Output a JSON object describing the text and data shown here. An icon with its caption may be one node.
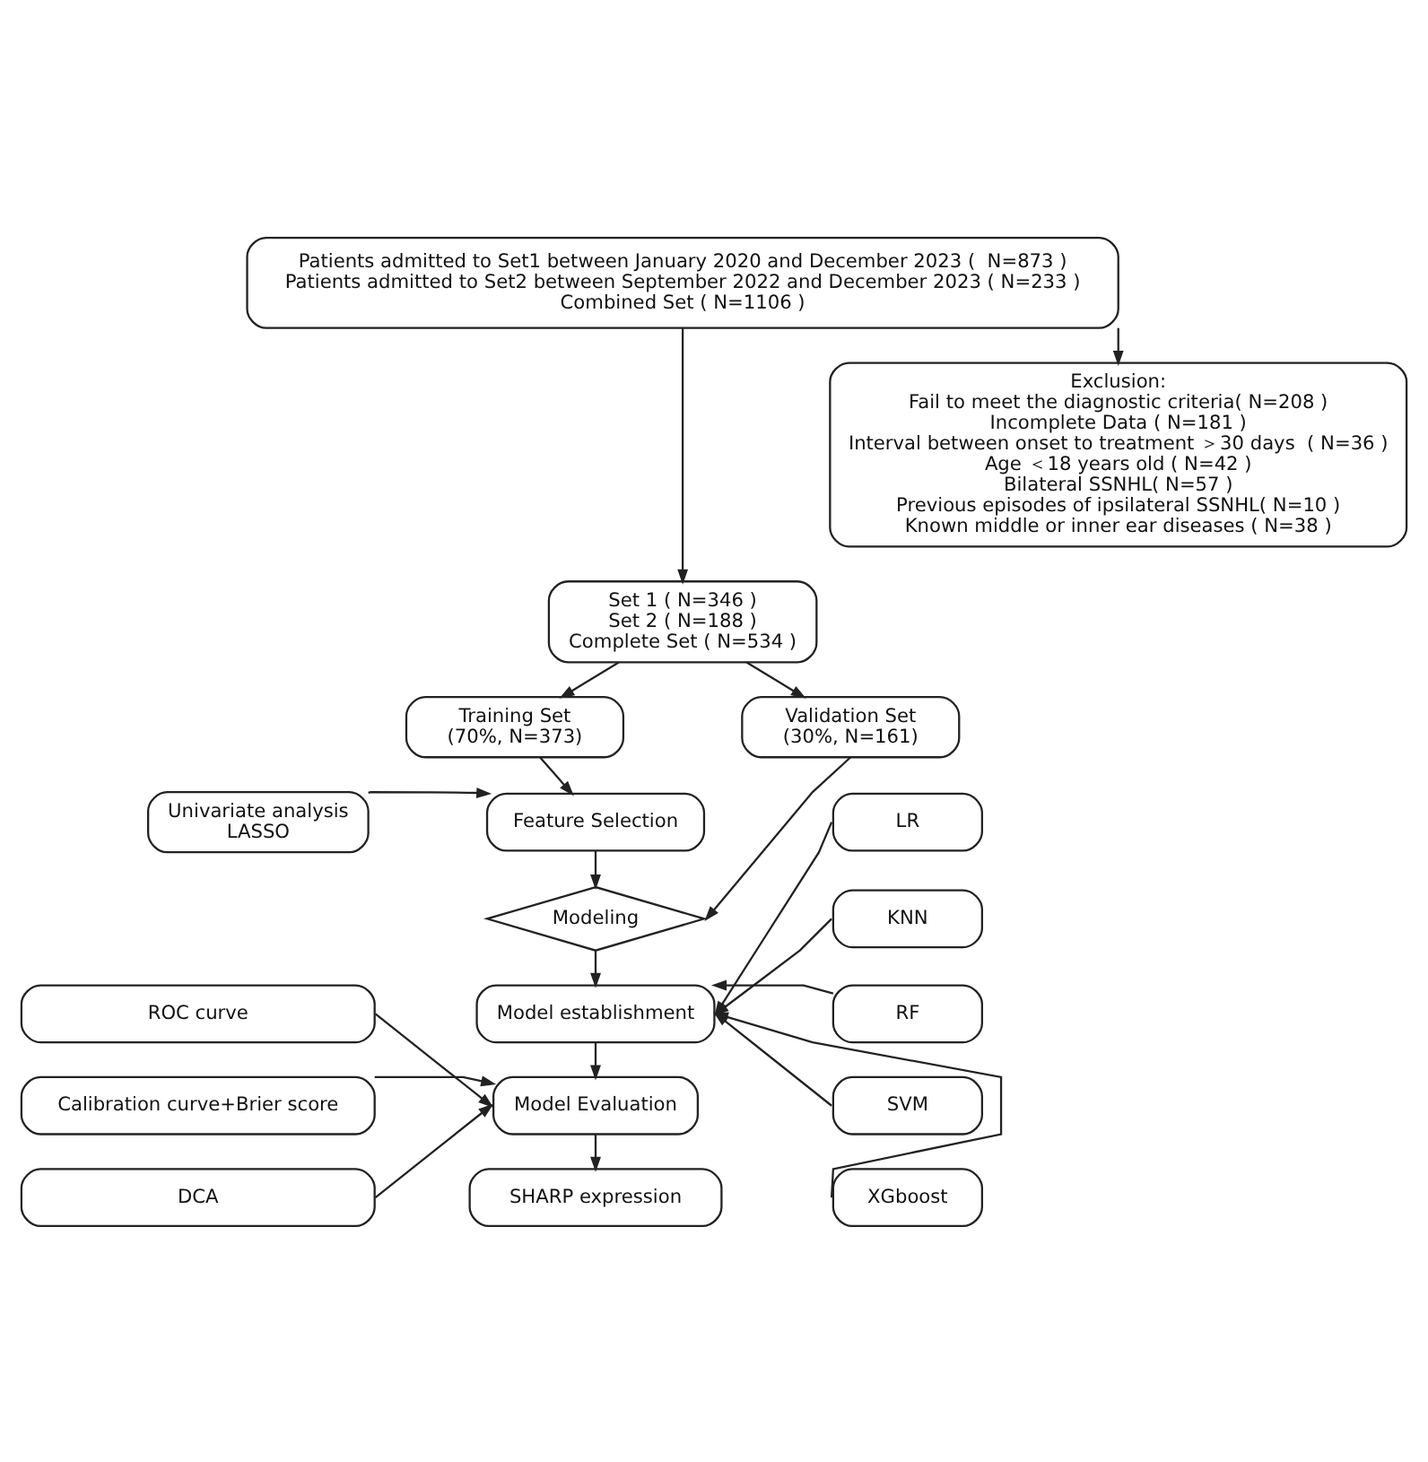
{
  "diagram": {
    "nodes": [
      {
        "text": [
          "Patients admitted to Set1 between January 2020 and December 2023 (  N=873 )",
          "Patients admitted to Set2 between September 2022 and December 2023 ( N=233 )",
          "Combined Set ( N=1106 )"
        ]
      },
      {
        "text": [
          "Exclusion:",
          "Fail to meet the diagnostic criteria( N=208 )",
          "Incomplete Data ( N=181 )",
          "Interval between onset to treatment ＞30 days  ( N=36 )",
          "Age ＜18 years old ( N=42 )",
          "Bilateral SSNHL( N=57 )",
          "Previous episodes of ipsilateral SSNHL( N=10 )",
          "Known middle or inner ear diseases ( N=38 )"
        ]
      },
      {
        "text": [
          "Set 1 ( N=346 )",
          "Set 2 ( N=188 )",
          "Complete Set ( N=534 )"
        ]
      },
      {
        "text": [
          "Training Set",
          "(70%, N=373)"
        ]
      },
      {
        "text": [
          "Validation Set",
          "(30%, N=161)"
        ]
      },
      {
        "text": [
          "Univariate analysis",
          "LASSO"
        ]
      },
      {
        "text": [
          "Feature Selection"
        ]
      },
      {
        "text": [
          "Modeling"
        ]
      },
      {
        "text": [
          "Model establishment"
        ]
      },
      {
        "text": [
          "LR"
        ]
      },
      {
        "text": [
          "KNN"
        ]
      },
      {
        "text": [
          "RF"
        ]
      },
      {
        "text": [
          "SVM"
        ]
      },
      {
        "text": [
          "XGboost"
        ]
      },
      {
        "text": [
          "ROC curve"
        ]
      },
      {
        "text": [
          "Calibration curve+Brier score"
        ]
      },
      {
        "text": [
          "DCA"
        ]
      },
      {
        "text": [
          "Model Evaluation"
        ]
      },
      {
        "text": [
          "SHARP expression"
        ]
      }
    ],
    "edges": [
      {
        "from": 0,
        "to": 2,
        "arrow": "to"
      },
      {
        "from": 0,
        "to": 1,
        "arrow": "to"
      },
      {
        "from": 2,
        "to": 3,
        "arrow": "to"
      },
      {
        "from": 2,
        "to": 4,
        "arrow": "to"
      },
      {
        "from": 3,
        "to": 6,
        "arrow": "to"
      },
      {
        "from": 5,
        "to": 6,
        "arrow": "to"
      },
      {
        "from": 6,
        "to": 7,
        "arrow": "to"
      },
      {
        "from": 4,
        "to": 7,
        "arrow": "to"
      },
      {
        "from": 7,
        "to": 8,
        "arrow": "to"
      },
      {
        "from": 9,
        "to": 8,
        "arrow": "to"
      },
      {
        "from": 10,
        "to": 8,
        "arrow": "to"
      },
      {
        "from": 11,
        "to": 8,
        "arrow": "to"
      },
      {
        "from": 12,
        "to": 8,
        "arrow": "to"
      },
      {
        "from": 13,
        "to": 8,
        "arrow": "to"
      },
      {
        "from": 8,
        "to": 17,
        "arrow": "to"
      },
      {
        "from": 14,
        "to": 17,
        "arrow": "to"
      },
      {
        "from": 15,
        "to": 17,
        "arrow": "to"
      },
      {
        "from": 16,
        "to": 17,
        "arrow": "to"
      },
      {
        "from": 17,
        "to": 18,
        "arrow": "to"
      }
    ]
  }
}
